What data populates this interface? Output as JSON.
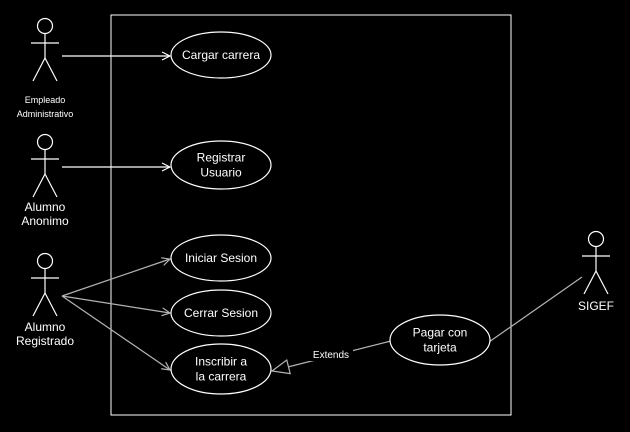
{
  "diagram": {
    "type": "use-case",
    "colors": {
      "background": "#000000",
      "stroke": "#ffffff",
      "association": "#ffffff",
      "gray_line": "#b3b3b3",
      "text": "#ffffff"
    },
    "actors": [
      {
        "id": "empleado",
        "lines": [
          "Empleado",
          "Administrativo"
        ]
      },
      {
        "id": "anonimo",
        "lines": [
          "Alumno",
          "Anonimo"
        ]
      },
      {
        "id": "registrado",
        "lines": [
          "Alumno",
          "Registrado"
        ]
      },
      {
        "id": "sigef",
        "lines": [
          "SIGEF"
        ]
      }
    ],
    "use_cases": [
      {
        "id": "cargar",
        "lines": [
          "Cargar carrera"
        ]
      },
      {
        "id": "registrar",
        "lines": [
          "Registrar",
          "Usuario"
        ]
      },
      {
        "id": "iniciar",
        "lines": [
          "Iniciar Sesion"
        ]
      },
      {
        "id": "cerrar",
        "lines": [
          "Cerrar Sesion"
        ]
      },
      {
        "id": "inscribir",
        "lines": [
          "Inscribir a",
          "la carrera"
        ]
      },
      {
        "id": "pagar",
        "lines": [
          "Pagar con",
          "tarjeta"
        ]
      }
    ],
    "relations": [
      {
        "from": "empleado",
        "to": "cargar",
        "kind": "association"
      },
      {
        "from": "anonimo",
        "to": "registrar",
        "kind": "association"
      },
      {
        "from": "registrado",
        "to": "iniciar",
        "kind": "association"
      },
      {
        "from": "registrado",
        "to": "cerrar",
        "kind": "association"
      },
      {
        "from": "registrado",
        "to": "inscribir",
        "kind": "association"
      },
      {
        "from": "pagar",
        "to": "inscribir",
        "kind": "extend",
        "label": "Extends"
      },
      {
        "from": "sigef",
        "to": "pagar",
        "kind": "line"
      }
    ]
  }
}
